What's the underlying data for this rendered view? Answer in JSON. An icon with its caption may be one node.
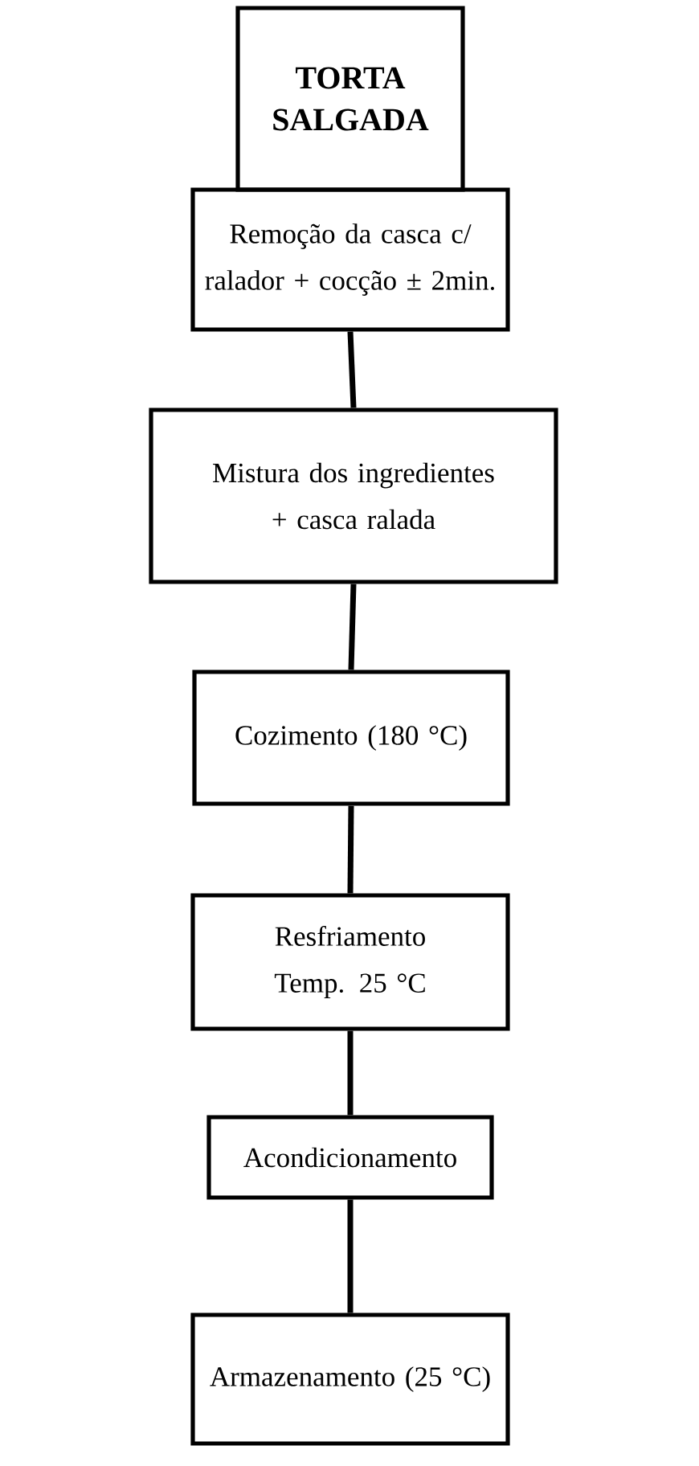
{
  "diagram": {
    "nodes": [
      {
        "text": [
          "TORTA SALGADA"
        ]
      },
      {
        "text": [
          "Remoção da casca c/ ralador + cocção ± 2min."
        ]
      },
      {
        "text": [
          "Mistura dos ingredientes + casca ralada"
        ]
      },
      {
        "text": [
          "Cozimento (180 °C)"
        ]
      },
      {
        "text": [
          "Resfriamento Temp. 25 °C"
        ]
      },
      {
        "text": [
          "Acondicionamento"
        ]
      },
      {
        "text": [
          "Armazenamento (25 °C)"
        ]
      }
    ],
    "edges": [
      {
        "from": 1,
        "to": 2,
        "arrow": "none"
      },
      {
        "from": 2,
        "to": 3,
        "arrow": "none"
      },
      {
        "from": 3,
        "to": 4,
        "arrow": "none"
      },
      {
        "from": 4,
        "to": 5,
        "arrow": "none"
      },
      {
        "from": 5,
        "to": 6,
        "arrow": "none"
      }
    ]
  }
}
